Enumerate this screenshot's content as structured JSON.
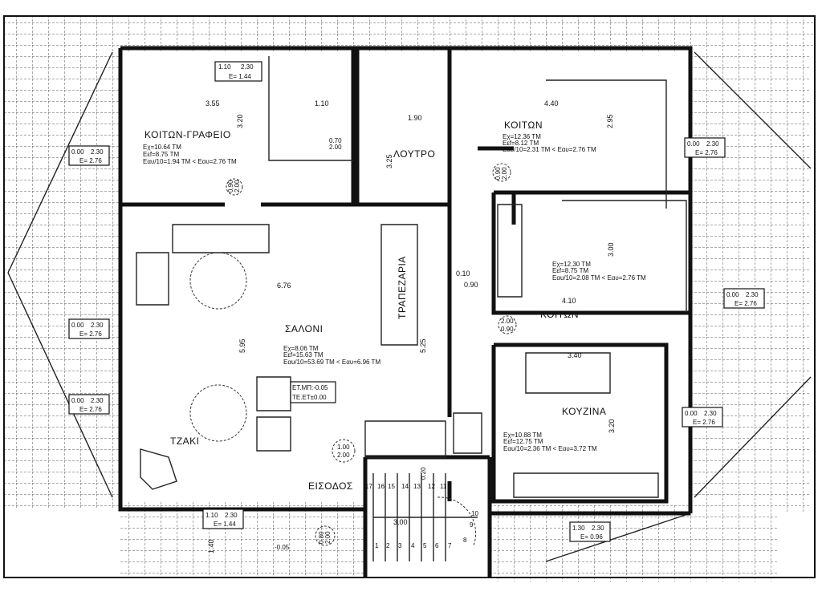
{
  "rooms": {
    "office": {
      "name": "ΚΟΙΤΩΝ-ΓΡΑΦΕΙΟ",
      "e1": "Εχ=10.64 ΤΜ",
      "e2": "Εεf=8.75 ΤΜ",
      "e3": "Εαυ/10=1.94 ΤΜ < Εαυ=2.76 ΤΜ",
      "w": "3.55",
      "h": "3.20"
    },
    "wc": {
      "w": "1.10",
      "door": [
        "0.70",
        "2.00"
      ]
    },
    "bath": {
      "name": "ΛΟΥΤΡΟ",
      "w": "1.90",
      "h": "3.25"
    },
    "bedroom1": {
      "name": "ΚΟΙΤΩΝ",
      "e1": "Εχ=12.36 ΤΜ",
      "e2": "Εεf=8.12 ΤΜ",
      "e3": "Εαυ/10=2.31 ΤΜ < Εαυ=2.76 ΤΜ",
      "w": "4.40",
      "h": "2.95"
    },
    "bedroom2": {
      "name": "ΚΟΙΤΩΝ",
      "e1": "Εχ=12.30 ΤΜ",
      "e2": "Εεf=8.75 ΤΜ",
      "e3": "Εαυ/10=2.08 ΤΜ < Εαυ=2.76 ΤΜ",
      "w": "4.10",
      "h": "3.00"
    },
    "living": {
      "name": "ΣΑΛΟΝΙ",
      "e1": "Εχ=8.06 ΤΜ",
      "e2": "Εεf=15.63 ΤΜ",
      "e3": "Εαυ/10=53.69 ΤΜ < Εαυ=6.96 ΤΜ",
      "w": "6.76",
      "h": "5.95",
      "h2": "5.25"
    },
    "dining": {
      "name": "ΤΡΑΠΕΖΑΡΙΑ"
    },
    "fireplace": {
      "name": "ΤΖΑΚΙ"
    },
    "kitchen": {
      "name": "ΚΟΥΖΙΝΑ",
      "e1": "Εχ=10.88 ΤΜ",
      "e2": "Εεf=12.75 ΤΜ",
      "e3": "Εαυ/10=2.36 ΤΜ < Εαυ=3.72 ΤΜ",
      "w": "3.40",
      "h": "3.20"
    },
    "entrance": {
      "name": "ΕΙΣΟΔΟΣ",
      "door": [
        "1.00",
        "2.00"
      ],
      "stair_w": "3.00",
      "stair_gap": "0.20"
    }
  },
  "levels": {
    "l1": "ΕΤ.ΜΠ:-0.05",
    "l2": "ΤΕ.ΕΤ±0.00",
    "terrace": "-0.05",
    "terrace_w": "1.40"
  },
  "partition": {
    "a": "0.10",
    "b": "0.90"
  },
  "windows": {
    "w1": [
      "1.10",
      "2.30",
      "Ε= 1.44"
    ],
    "w2": [
      "0.00",
      "2.30",
      "Ε= 2.76"
    ],
    "w3": [
      "1.10",
      "2.30",
      "Ε= 1.44"
    ],
    "w4": [
      "1.30",
      "2.30",
      "Ε= 0.96"
    ]
  },
  "doors": {
    "d1": [
      "0.90",
      "2.00"
    ],
    "d2": [
      "2.00",
      "0.90"
    ],
    "d3": [
      "0.90",
      "2.00"
    ],
    "d4": [
      "0.80",
      "2.00"
    ]
  },
  "stairs": {
    "upper": [
      "17",
      "16",
      "15",
      "14",
      "13",
      "12",
      "11"
    ],
    "lower": [
      "1",
      "2",
      "3",
      "4",
      "5",
      "6",
      "7"
    ],
    "turn": [
      "10",
      "9",
      "8"
    ]
  }
}
